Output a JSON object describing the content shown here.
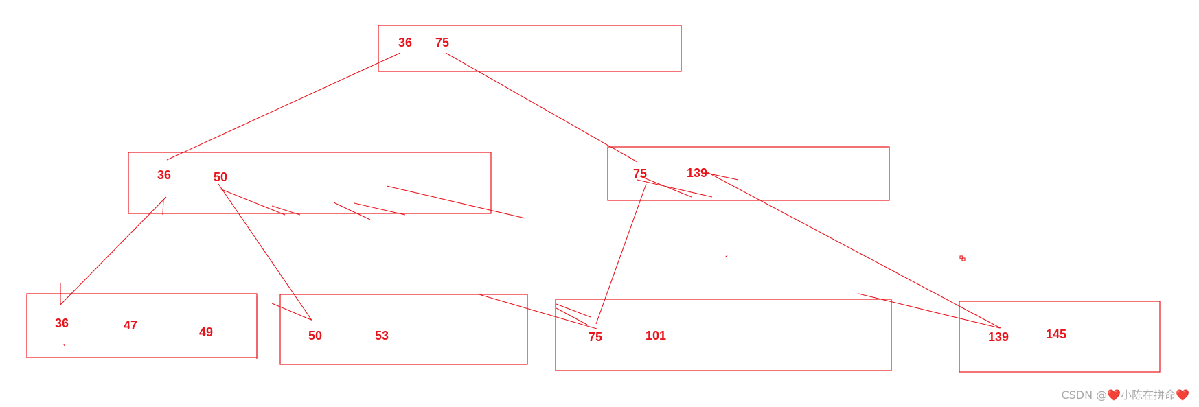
{
  "colors": {
    "ink": "#e8141c",
    "background": "#ffffff",
    "watermark": "#a9a9a9"
  },
  "tree": {
    "root": {
      "keys": [
        "36",
        "75"
      ]
    },
    "level1": {
      "left": {
        "keys": [
          "36",
          "50"
        ]
      },
      "right": {
        "keys": [
          "75",
          "139"
        ]
      }
    },
    "leaves": {
      "leaf1": {
        "keys": [
          "36",
          "47",
          "49"
        ]
      },
      "leaf2": {
        "keys": [
          "50",
          "53"
        ]
      },
      "leaf3": {
        "keys": [
          "75",
          "101"
        ]
      },
      "leaf4": {
        "keys": [
          "139",
          "145"
        ]
      }
    }
  },
  "watermark": "CSDN @❤️小陈在拼命❤️"
}
